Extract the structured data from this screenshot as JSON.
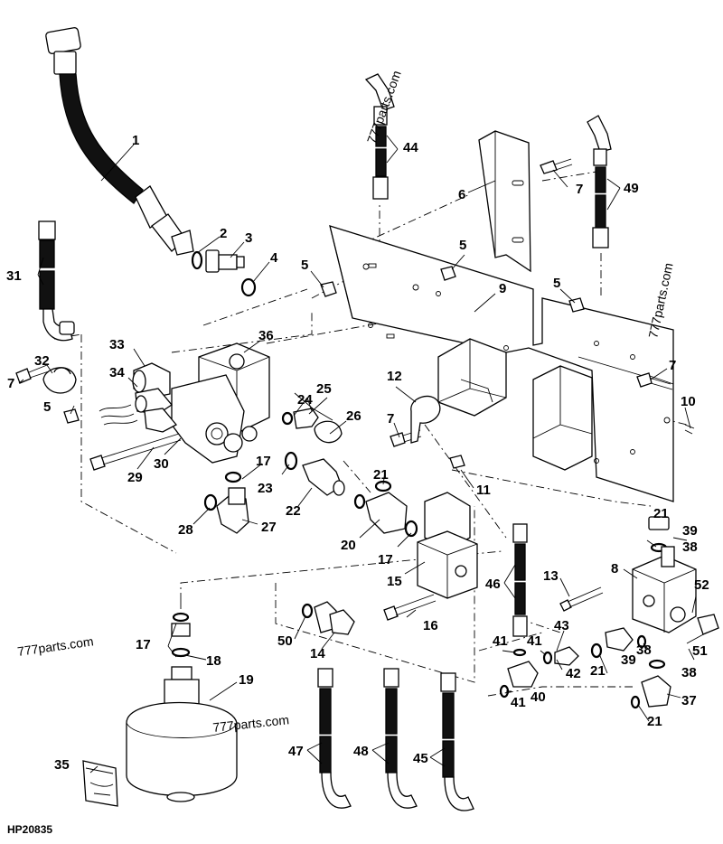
{
  "diagram": {
    "drawing_code": "HP20835",
    "watermarks": [
      "777parts.com",
      "777parts.com",
      "777parts.com",
      "777parts.com"
    ],
    "callouts": [
      {
        "id": "c1",
        "label": "1"
      },
      {
        "id": "c2",
        "label": "2"
      },
      {
        "id": "c3",
        "label": "3"
      },
      {
        "id": "c4",
        "label": "4"
      },
      {
        "id": "c5a",
        "label": "5"
      },
      {
        "id": "c5b",
        "label": "5"
      },
      {
        "id": "c5c",
        "label": "5"
      },
      {
        "id": "c5d",
        "label": "5"
      },
      {
        "id": "c6",
        "label": "6"
      },
      {
        "id": "c7a",
        "label": "7"
      },
      {
        "id": "c7b",
        "label": "7"
      },
      {
        "id": "c7c",
        "label": "7"
      },
      {
        "id": "c7d",
        "label": "7"
      },
      {
        "id": "c8",
        "label": "8"
      },
      {
        "id": "c9",
        "label": "9"
      },
      {
        "id": "c10",
        "label": "10"
      },
      {
        "id": "c11",
        "label": "11"
      },
      {
        "id": "c12",
        "label": "12"
      },
      {
        "id": "c13",
        "label": "13"
      },
      {
        "id": "c14",
        "label": "14"
      },
      {
        "id": "c15",
        "label": "15"
      },
      {
        "id": "c16",
        "label": "16"
      },
      {
        "id": "c17a",
        "label": "17"
      },
      {
        "id": "c17b",
        "label": "17"
      },
      {
        "id": "c17c",
        "label": "17"
      },
      {
        "id": "c18",
        "label": "18"
      },
      {
        "id": "c19",
        "label": "19"
      },
      {
        "id": "c20",
        "label": "20"
      },
      {
        "id": "c21a",
        "label": "21"
      },
      {
        "id": "c21b",
        "label": "21"
      },
      {
        "id": "c21c",
        "label": "21"
      },
      {
        "id": "c21d",
        "label": "21"
      },
      {
        "id": "c22",
        "label": "22"
      },
      {
        "id": "c23",
        "label": "23"
      },
      {
        "id": "c24",
        "label": "24"
      },
      {
        "id": "c25",
        "label": "25"
      },
      {
        "id": "c26",
        "label": "26"
      },
      {
        "id": "c27",
        "label": "27"
      },
      {
        "id": "c28",
        "label": "28"
      },
      {
        "id": "c29",
        "label": "29"
      },
      {
        "id": "c30",
        "label": "30"
      },
      {
        "id": "c31",
        "label": "31"
      },
      {
        "id": "c32",
        "label": "32"
      },
      {
        "id": "c33",
        "label": "33"
      },
      {
        "id": "c34",
        "label": "34"
      },
      {
        "id": "c35",
        "label": "35"
      },
      {
        "id": "c36",
        "label": "36"
      },
      {
        "id": "c37",
        "label": "37"
      },
      {
        "id": "c38a",
        "label": "38"
      },
      {
        "id": "c38b",
        "label": "38"
      },
      {
        "id": "c38c",
        "label": "38"
      },
      {
        "id": "c39a",
        "label": "39"
      },
      {
        "id": "c39b",
        "label": "39"
      },
      {
        "id": "c40",
        "label": "40"
      },
      {
        "id": "c41a",
        "label": "41"
      },
      {
        "id": "c41b",
        "label": "41"
      },
      {
        "id": "c41c",
        "label": "41"
      },
      {
        "id": "c42",
        "label": "42"
      },
      {
        "id": "c43",
        "label": "43"
      },
      {
        "id": "c44",
        "label": "44"
      },
      {
        "id": "c45",
        "label": "45"
      },
      {
        "id": "c46",
        "label": "46"
      },
      {
        "id": "c47",
        "label": "47"
      },
      {
        "id": "c48",
        "label": "48"
      },
      {
        "id": "c49",
        "label": "49"
      },
      {
        "id": "c50",
        "label": "50"
      },
      {
        "id": "c51",
        "label": "51"
      },
      {
        "id": "c52",
        "label": "52"
      }
    ]
  }
}
